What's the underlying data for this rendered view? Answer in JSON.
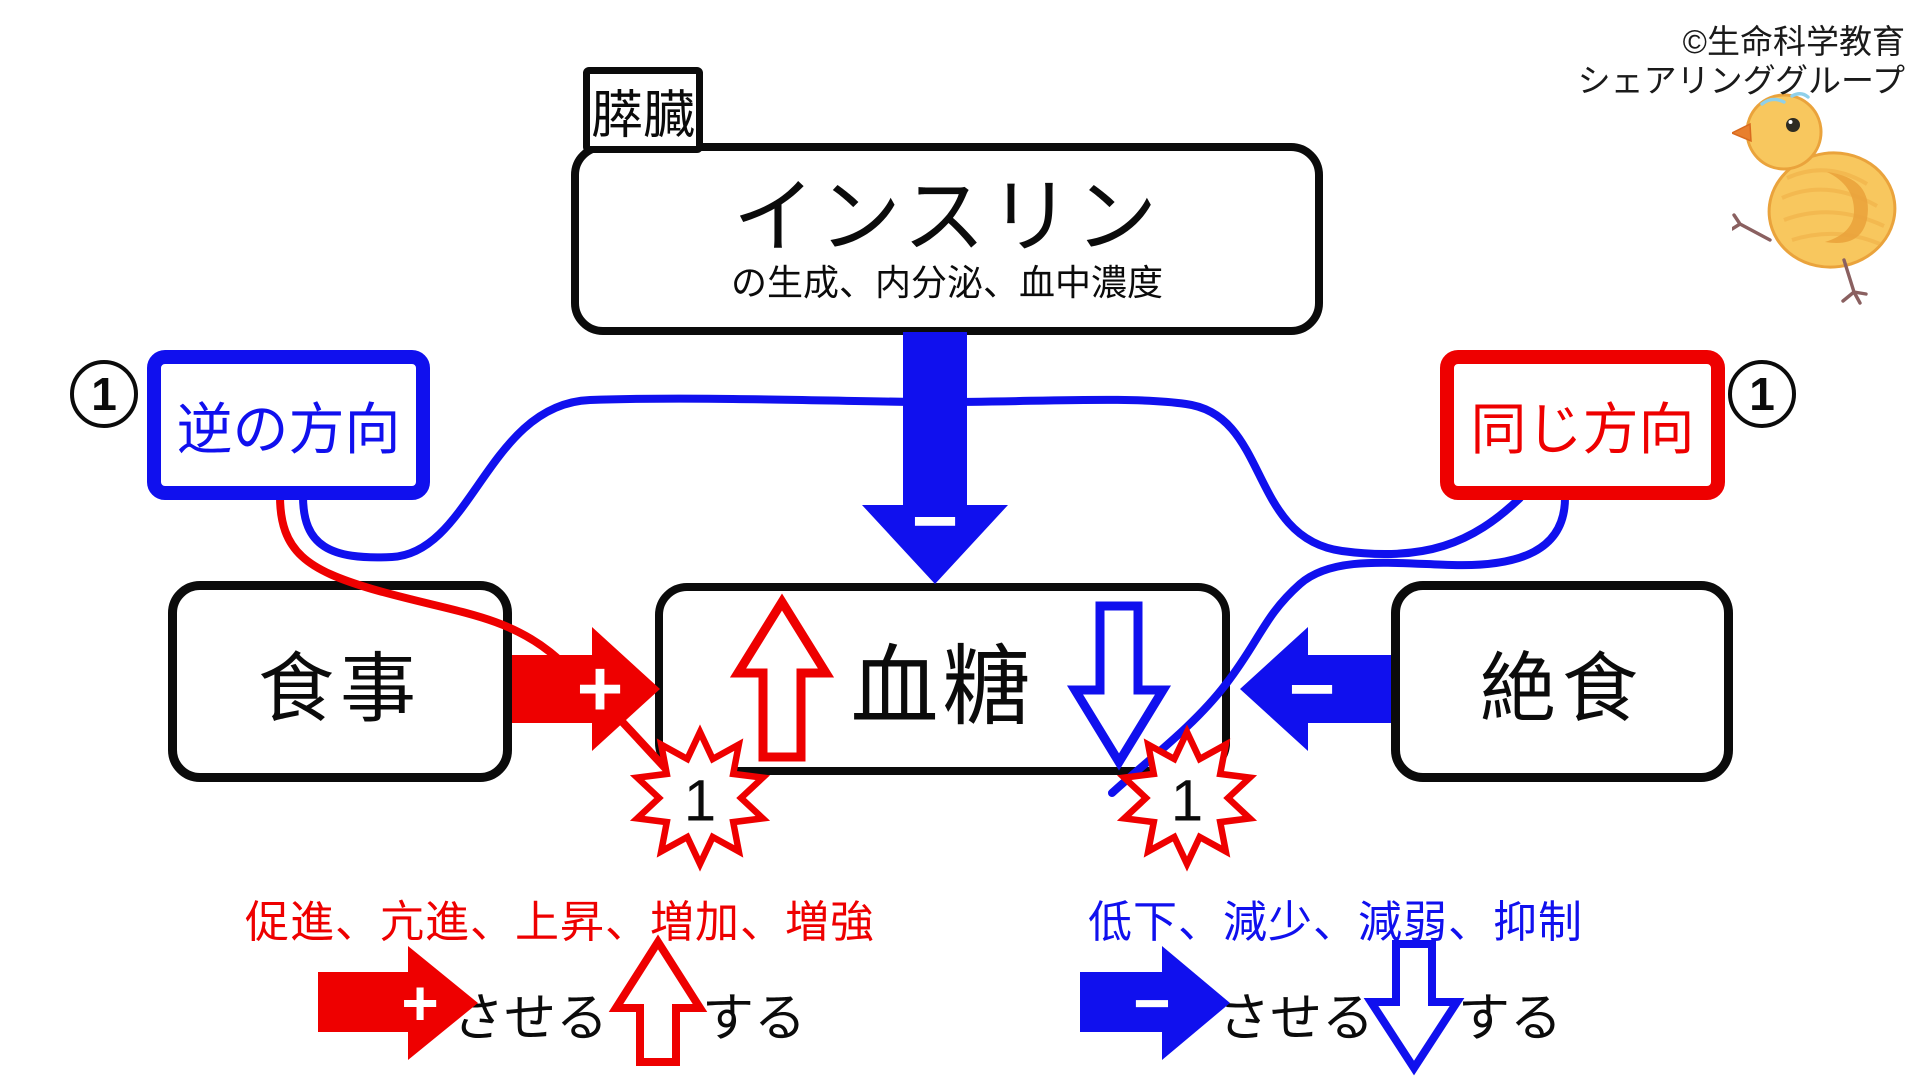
{
  "colors": {
    "red": "#ee0000",
    "blue": "#1010ee",
    "black": "#0b0b0b"
  },
  "header": {
    "copyright_line1": "©生命科学教育",
    "copyright_line2": "シェアリンググループ"
  },
  "pancreas": {
    "label": "膵臓"
  },
  "insulin": {
    "title": "インスリン",
    "subtitle": "の生成、内分泌、血中濃度"
  },
  "nodes": {
    "meal": "食事",
    "blood_sugar": "血糖",
    "fasting": "絶食"
  },
  "direction": {
    "left": {
      "label": "逆の方向",
      "number": "1"
    },
    "right": {
      "label": "同じ方向",
      "number": "1"
    }
  },
  "marks": {
    "left_burst": "1",
    "right_burst": "1"
  },
  "signs": {
    "plus": "+",
    "minus": "−"
  },
  "legend": {
    "increase": {
      "words": "促進、亢進、上昇、増加、増強",
      "cause_label": "させる",
      "state_label": "する"
    },
    "decrease": {
      "words": "低下、減少、減弱、抑制",
      "cause_label": "させる",
      "state_label": "する"
    }
  }
}
